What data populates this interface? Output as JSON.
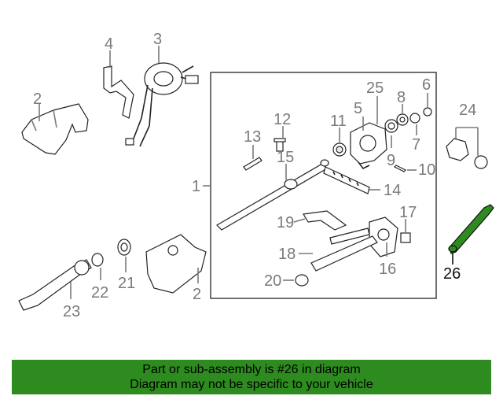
{
  "diagram": {
    "labels": {
      "p1": "1",
      "p2a": "2",
      "p2b": "2",
      "p3": "3",
      "p4": "4",
      "p5": "5",
      "p6": "6",
      "p7": "7",
      "p8": "8",
      "p9": "9",
      "p10": "10",
      "p11": "11",
      "p12": "12",
      "p13": "13",
      "p14": "14",
      "p15": "15",
      "p16": "16",
      "p17": "17",
      "p18": "18",
      "p19": "19",
      "p20": "20",
      "p21": "21",
      "p22": "22",
      "p23": "23",
      "p24": "24",
      "p25": "25",
      "p26": "26"
    },
    "highlighted_part": "26",
    "colors": {
      "label": "#7a7a7a",
      "highlight": "#111111",
      "highlight_part": "#2e8b1f",
      "banner": "#2e8b1f"
    }
  },
  "banner": {
    "line1": "Part or sub-assembly is #26 in diagram",
    "line2": "Diagram may not be specific to your vehicle"
  }
}
